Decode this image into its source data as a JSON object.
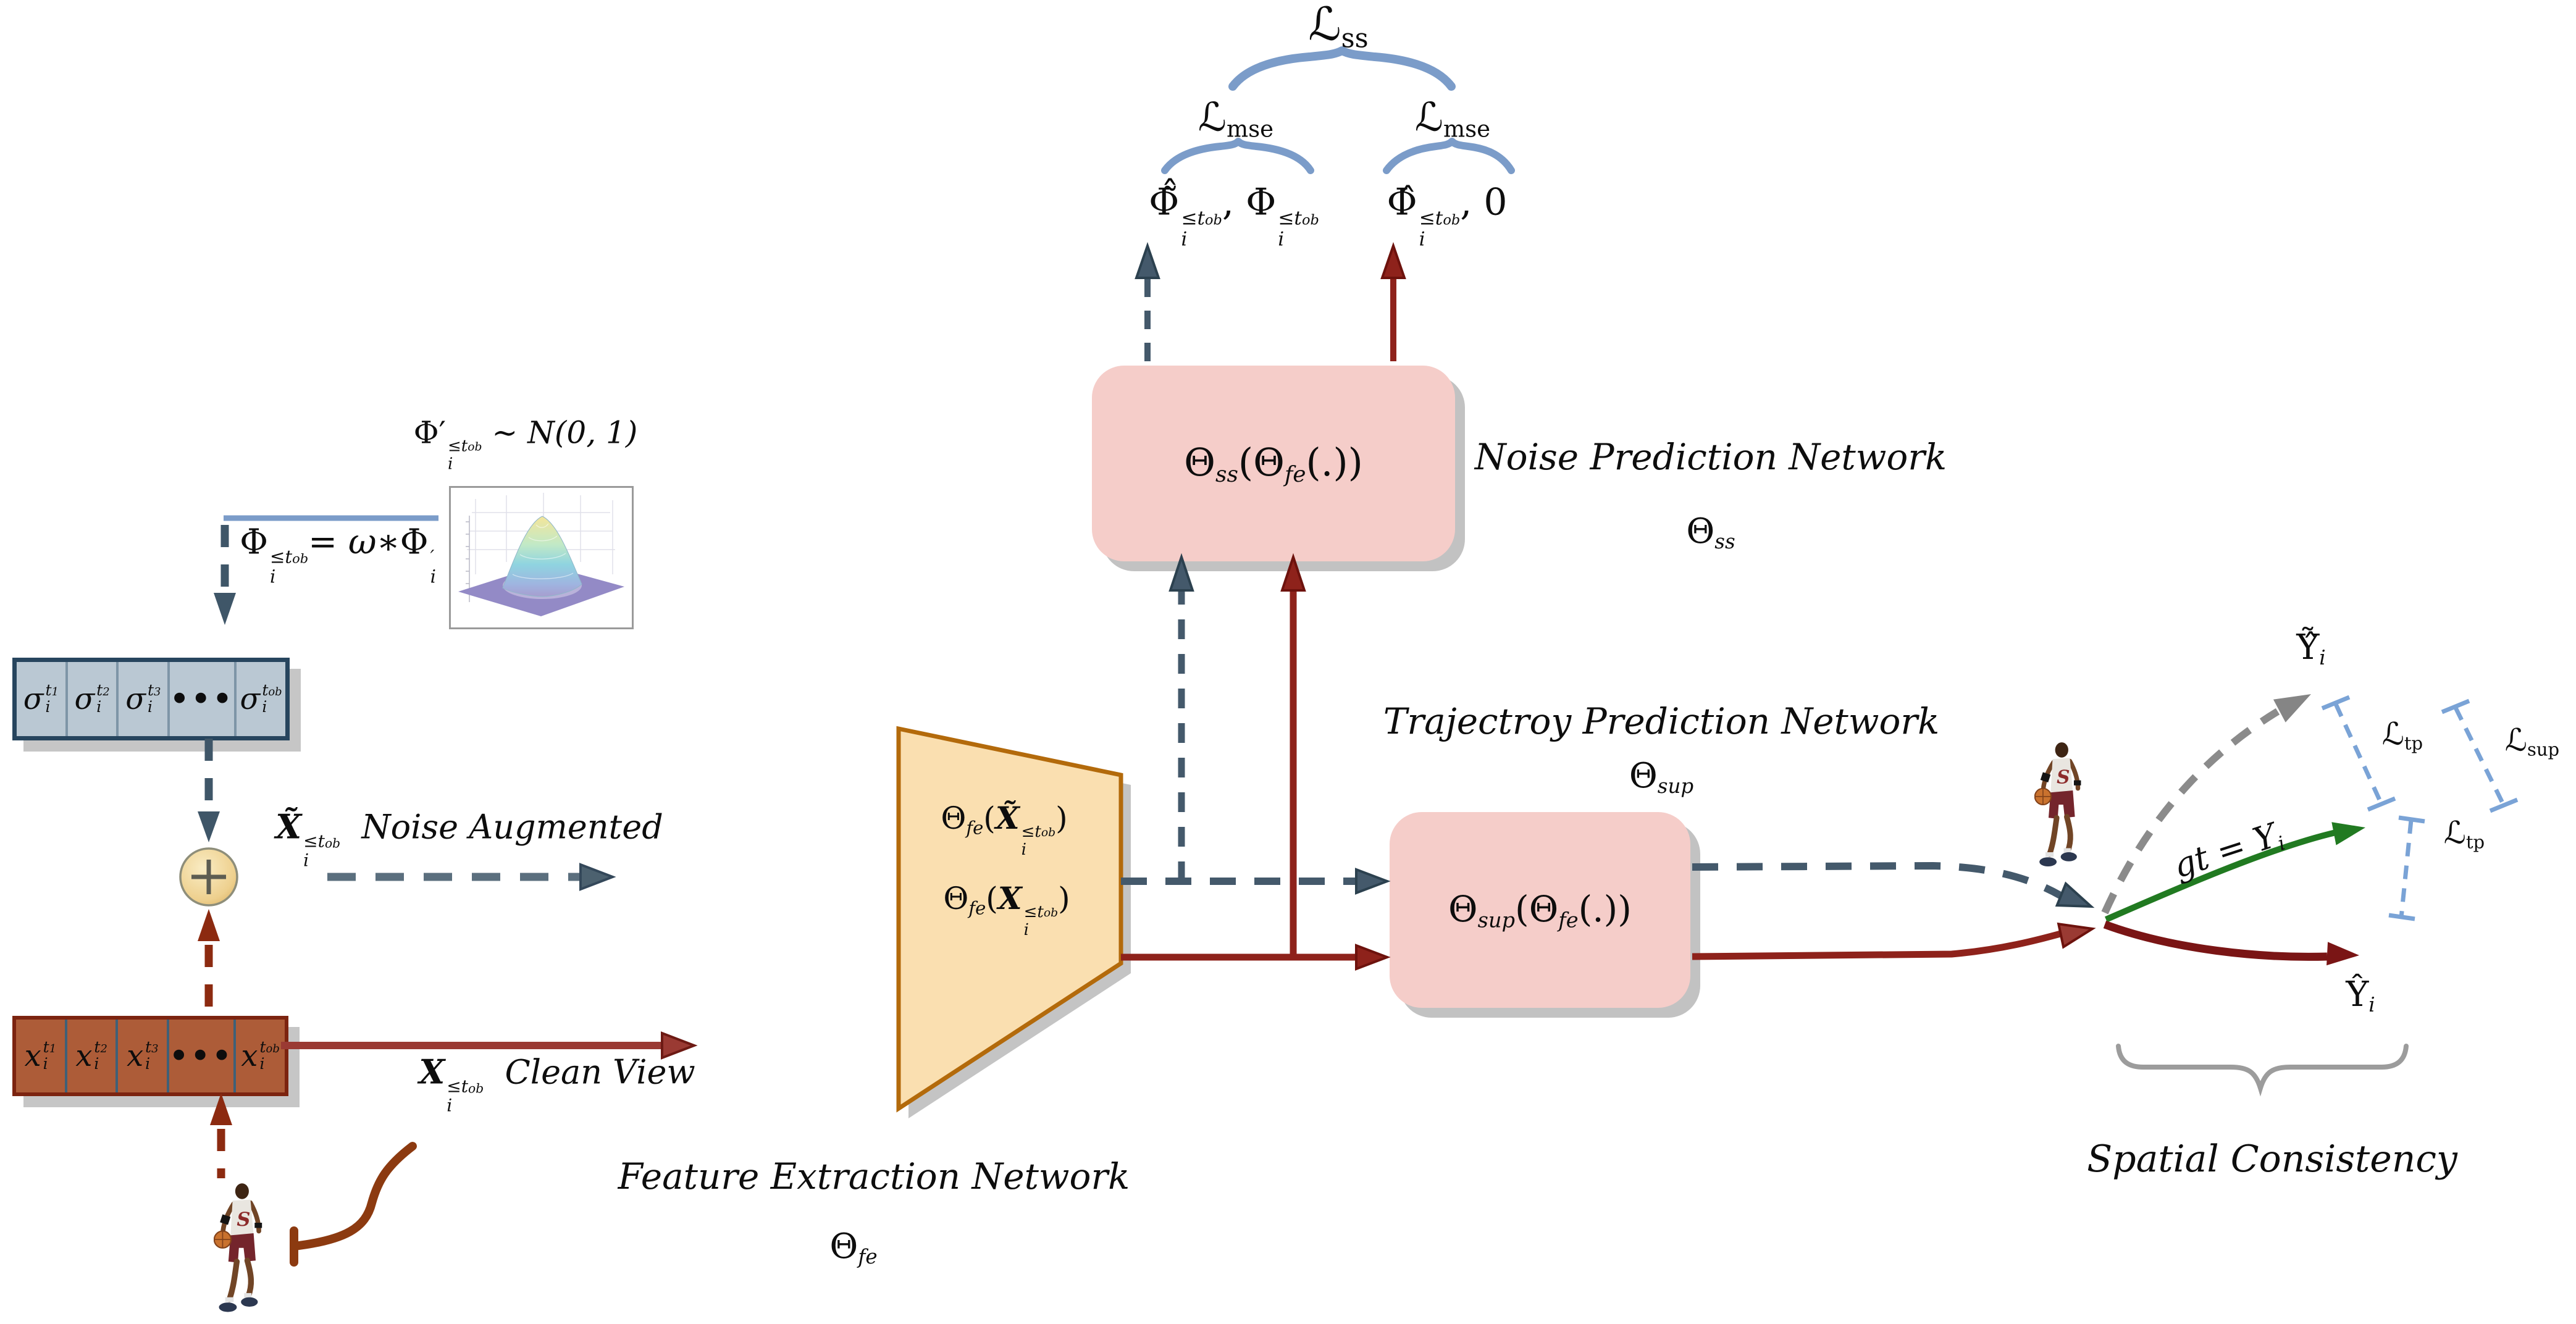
{
  "tokens": {
    "theta": "Θ",
    "phi": "Φ",
    "phi_prime": "Φ′",
    "phi_hat": "Φ̂",
    "phi_hat_tilde": "Φ̃̂",
    "sigma": "σ",
    "x_small": "x",
    "x_bold": "X",
    "x_bold_tilde": "X̃",
    "y": "Y",
    "y_hat": "Ŷ",
    "y_hat_tilde": "Ỹ̂",
    "script_l": "ℒ",
    "leq_t": "≤t",
    "ob": "ob",
    "i": "i",
    "t": "t",
    "one": "1",
    "two": "2",
    "three": "3",
    "comma": ", ",
    "zero": "0",
    "prime": "′",
    "dots": "•••",
    "lparen": "(",
    "rparen": ")",
    "call_tail": "(.))",
    "eq": "= ",
    "omega_star": "ω∗",
    "sim": " ∼ ",
    "normal_dist": "N(0, 1)",
    "ss": "ss",
    "mse": "mse",
    "tp": "tp",
    "sup": "sup",
    "fe": "fe",
    "gt_eq": "gt = ",
    "jersey_s": "S"
  },
  "labels": {
    "noise_network": "Noise Prediction Network",
    "traj_network": "Trajectroy Prediction Network",
    "feature_network": "Feature Extraction Network",
    "noise_augmented": "Noise Augmented",
    "clean_view": "Clean View",
    "spatial_consistency": "Spatial Consistency"
  },
  "icons": {
    "gaussian_surface": "3d-gaussian-surface-plot",
    "basketball_player": "basketball-player",
    "plus_circle": "plus-adder"
  },
  "colors": {
    "slate_arrow": "#3f5668",
    "dark_red_arrow": "#8e221b",
    "clean_view_arrow": "#9a3a33",
    "green_arrow": "#217a21",
    "gray_arrow": "#8b8b8b",
    "loss_brace_blue": "#7b9cc9",
    "bracket_blue": "#7aa3d6",
    "network_box_pink": "#f5cdc9",
    "trapezoid_orange": "#fadfb0",
    "trapezoid_border": "#b36a0b",
    "sigma_cell": "#bac8d3",
    "sigma_border": "#27455e",
    "x_cell": "#ad5c38",
    "x_border": "#7c2410",
    "curve_brown": "#8c3a10",
    "shadow": "#c4c4c4"
  }
}
